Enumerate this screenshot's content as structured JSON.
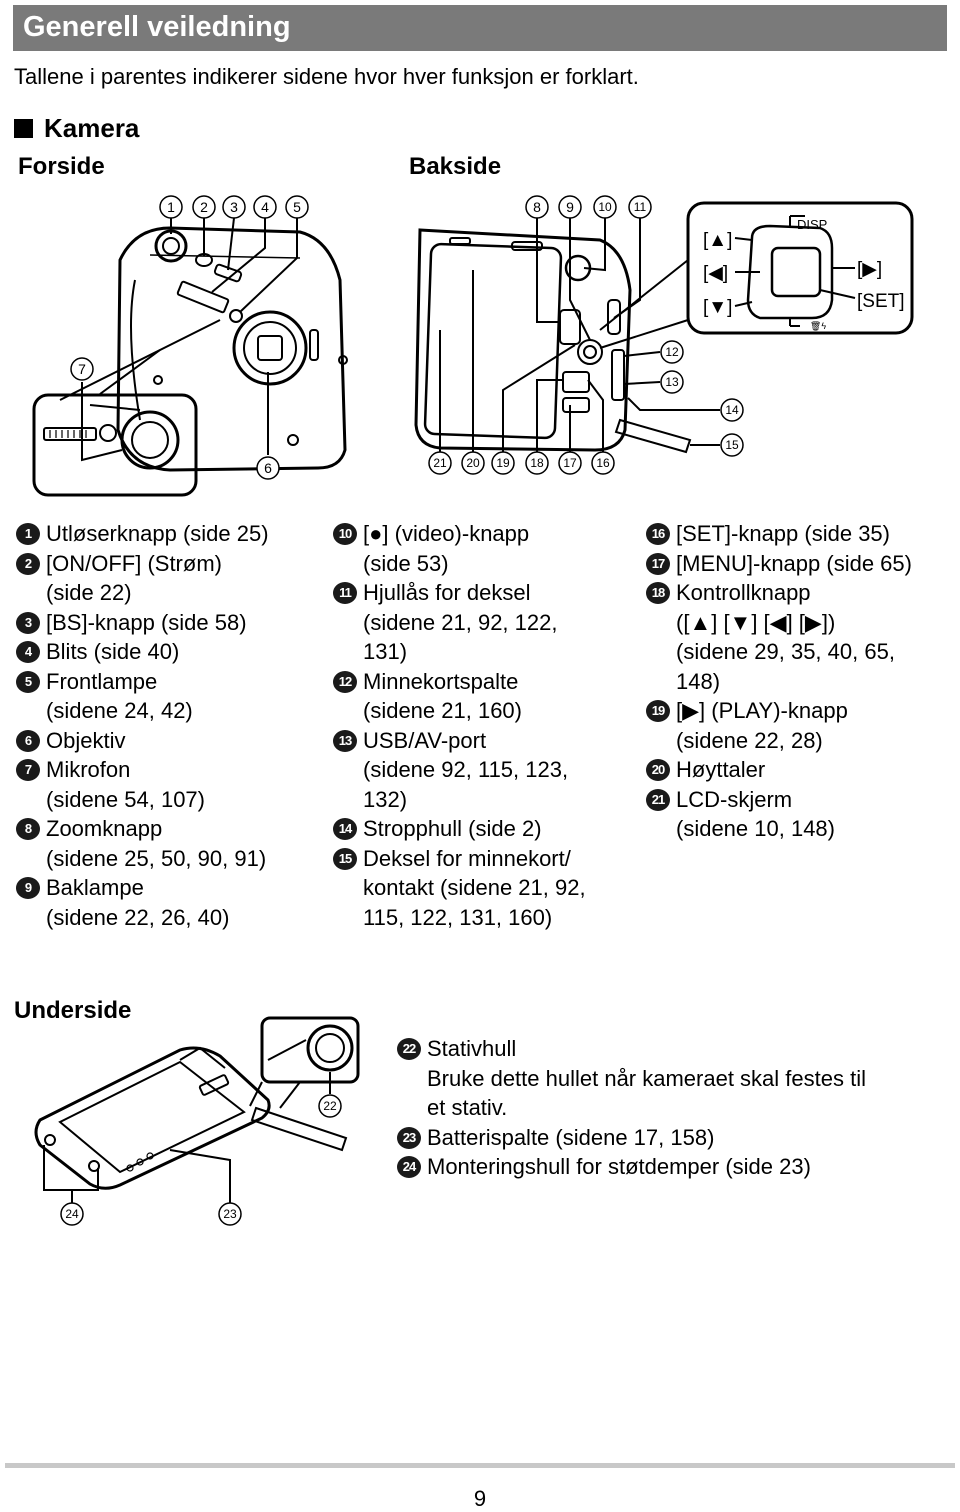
{
  "header": {
    "title": "Generell veiledning"
  },
  "intro": "Tallene i parentes indikerer sidene hvor hver funksjon er forklart.",
  "section_title": "Kamera",
  "views": {
    "front": "Forside",
    "back": "Bakside",
    "bottom": "Underside"
  },
  "callouts": {
    "n1": "1",
    "n2": "2",
    "n3": "3",
    "n4": "4",
    "n5": "5",
    "n6": "6",
    "n7": "7",
    "n8": "8",
    "n9": "9",
    "n10": "10",
    "n11": "11",
    "n12": "12",
    "n13": "13",
    "n14": "14",
    "n15": "15",
    "n16": "16",
    "n17": "17",
    "n18": "18",
    "n19": "19",
    "n20": "20",
    "n21": "21",
    "n22": "22",
    "n23": "23",
    "n24": "24"
  },
  "inset_labels": {
    "up": "[▲]",
    "left": "[◀]",
    "down": "[▼]",
    "right": "[▶]",
    "set": "[SET]",
    "disp": "DISP"
  },
  "parts_col1": [
    {
      "num": "1",
      "text": "Utløserknapp (side 25)"
    },
    {
      "num": "2",
      "text": "[ON/OFF] (Strøm)\n(side 22)"
    },
    {
      "num": "3",
      "text": "[BS]-knapp (side 58)"
    },
    {
      "num": "4",
      "text": "Blits (side 40)"
    },
    {
      "num": "5",
      "text": "Frontlampe\n(sidene 24, 42)"
    },
    {
      "num": "6",
      "text": "Objektiv"
    },
    {
      "num": "7",
      "text": "Mikrofon\n(sidene 54, 107)"
    },
    {
      "num": "8",
      "text": "Zoomknapp\n(sidene 25, 50, 90, 91)"
    },
    {
      "num": "9",
      "text": "Baklampe\n(sidene 22, 26, 40)"
    }
  ],
  "parts_col2": [
    {
      "num": "10",
      "text": "[●] (video)-knapp\n(side 53)"
    },
    {
      "num": "11",
      "text": "Hjullås for deksel\n(sidene 21, 92, 122,\n131)"
    },
    {
      "num": "12",
      "text": "Minnekortspalte\n(sidene 21, 160)"
    },
    {
      "num": "13",
      "text": "USB/AV-port\n(sidene 92, 115, 123,\n132)"
    },
    {
      "num": "14",
      "text": "Stropphull (side 2)"
    },
    {
      "num": "15",
      "text": "Deksel for minnekort/\nkontakt (sidene 21, 92,\n115, 122, 131, 160)"
    }
  ],
  "parts_col3": [
    {
      "num": "16",
      "text": "[SET]-knapp (side 35)"
    },
    {
      "num": "17",
      "text": "[MENU]-knapp (side 65)"
    },
    {
      "num": "18",
      "text": "Kontrollknapp\n([▲] [▼] [◀] [▶])\n(sidene 29, 35, 40, 65,\n148)"
    },
    {
      "num": "19",
      "text": "[▶] (PLAY)-knapp\n(sidene 22, 28)"
    },
    {
      "num": "20",
      "text": "Høyttaler"
    },
    {
      "num": "21",
      "text": "LCD-skjerm\n(sidene 10, 148)"
    }
  ],
  "parts_bottom": [
    {
      "num": "22",
      "text": "Stativhull\nBruke dette hullet når kameraet skal festes til\net stativ."
    },
    {
      "num": "23",
      "text": "Batterispalte (sidene 17, 158)"
    },
    {
      "num": "24",
      "text": "Monteringshull for støtdemper (side 23)"
    }
  ],
  "page_number": "9"
}
